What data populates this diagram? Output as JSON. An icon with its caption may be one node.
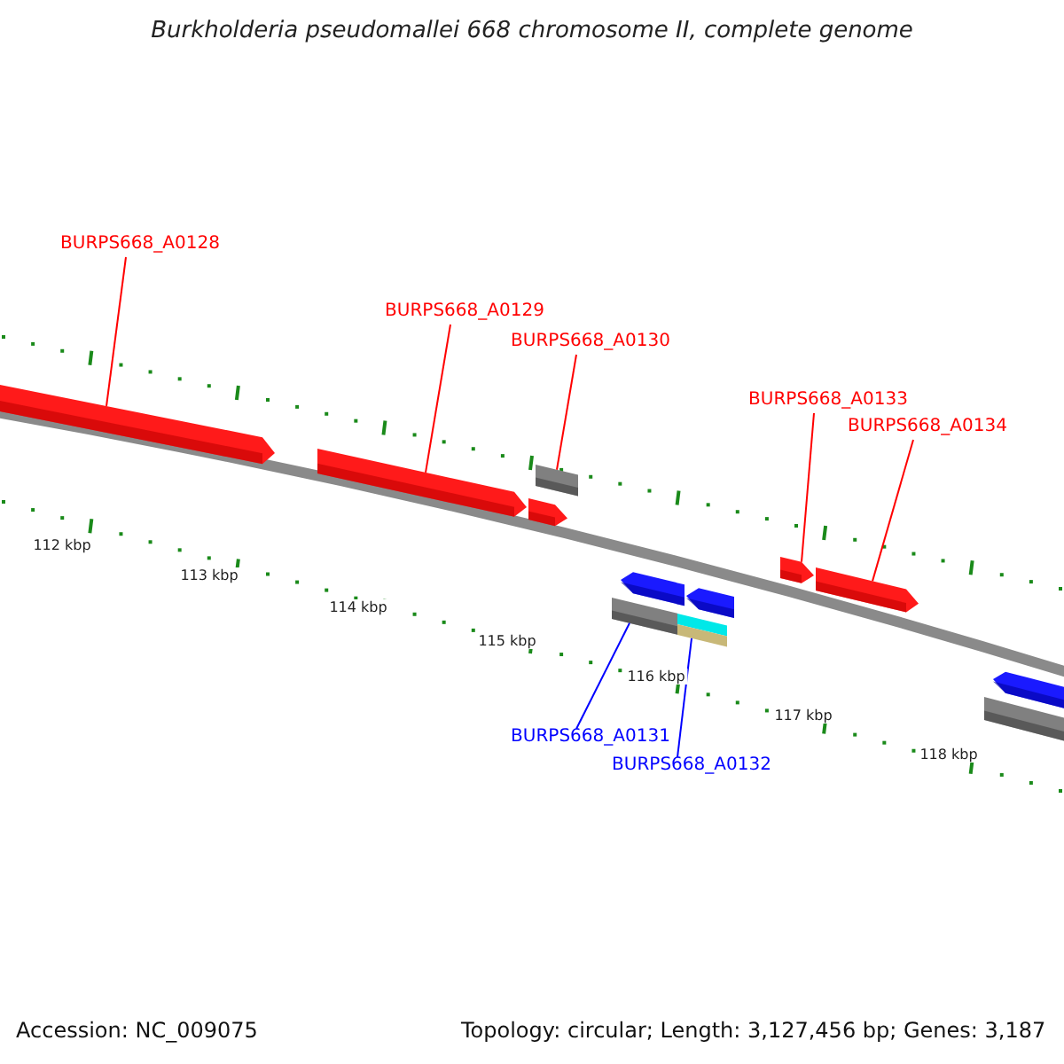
{
  "diagram": {
    "title": "Burkholderia pseudomallei 668 chromosome II, complete genome",
    "nodes": [
      {
        "text": [
          "BURPS668_A0128"
        ]
      },
      {
        "text": [
          "BURPS668_A0129"
        ]
      },
      {
        "text": [
          "BURPS668_A0130"
        ]
      },
      {
        "text": [
          "BURPS668_A0133"
        ]
      },
      {
        "text": [
          "BURPS668_A0134"
        ]
      },
      {
        "text": [
          "BURPS668_A0131"
        ]
      },
      {
        "text": [
          "BURPS668_A0132"
        ]
      },
      {
        "text": [],
        "shape": "arrow"
      },
      {
        "text": [],
        "shape": "arrow"
      },
      {
        "text": [],
        "shape": "arrow"
      },
      {
        "text": [],
        "shape": "box"
      },
      {
        "text": [],
        "shape": "box"
      },
      {
        "text": [],
        "shape": "arrow"
      },
      {
        "text": [],
        "shape": "box"
      },
      {
        "text": [],
        "shape": "arrow"
      },
      {
        "text": [],
        "shape": "arrow"
      },
      {
        "text": [],
        "shape": "arrow"
      },
      {
        "text": [],
        "shape": "box"
      },
      {
        "text": [],
        "shape": "arrow"
      }
    ],
    "edges": [
      {
        "from": 0,
        "to": 7,
        "arrow": "none"
      },
      {
        "from": 1,
        "to": 8,
        "arrow": "none"
      },
      {
        "from": 2,
        "to": 10,
        "arrow": "none"
      },
      {
        "from": 5,
        "to": 11,
        "arrow": "none",
        "color": "#0000ff"
      },
      {
        "from": 6,
        "to": 13,
        "arrow": "none",
        "color": "#0000ff"
      },
      {
        "from": 3,
        "to": 15,
        "arrow": "none"
      },
      {
        "from": 4,
        "to": 16,
        "arrow": "none"
      }
    ],
    "labels": [
      "112 kbp",
      "113 kbp",
      "114 kbp",
      "115 kbp",
      "116 kbp",
      "117 kbp",
      "118 kbp",
      "Accession: NC_009075",
      "Topology: circular; Length: 3,127,456 bp; Genes: 3,187"
    ]
  }
}
